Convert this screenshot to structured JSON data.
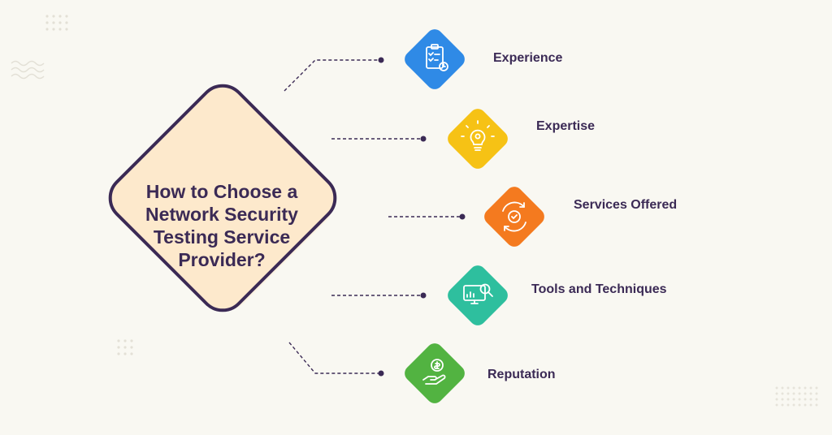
{
  "center_title": {
    "line1": "How to Choose a",
    "line2": "Network Security",
    "line3": "Testing Service",
    "line4": "Provider?"
  },
  "factors": [
    {
      "label": "Experience",
      "icon": "clipboard-checklist-icon",
      "color": "#2f8ae6"
    },
    {
      "label": "Expertise",
      "icon": "lightbulb-gear-icon",
      "color": "#f6c215"
    },
    {
      "label": "Services Offered",
      "icon": "gear-cycle-icon",
      "color": "#f47a1f"
    },
    {
      "label": "Tools and Techniques",
      "icon": "monitor-magnifier-icon",
      "color": "#2ebf9e"
    },
    {
      "label": "Reputation",
      "icon": "hand-coin-icon",
      "color": "#52b341"
    }
  ],
  "colors": {
    "background": "#f9f8f2",
    "center_fill": "#fde9cc",
    "center_border": "#3b2a55",
    "text": "#3b2a55",
    "connector": "#3b2a55"
  }
}
